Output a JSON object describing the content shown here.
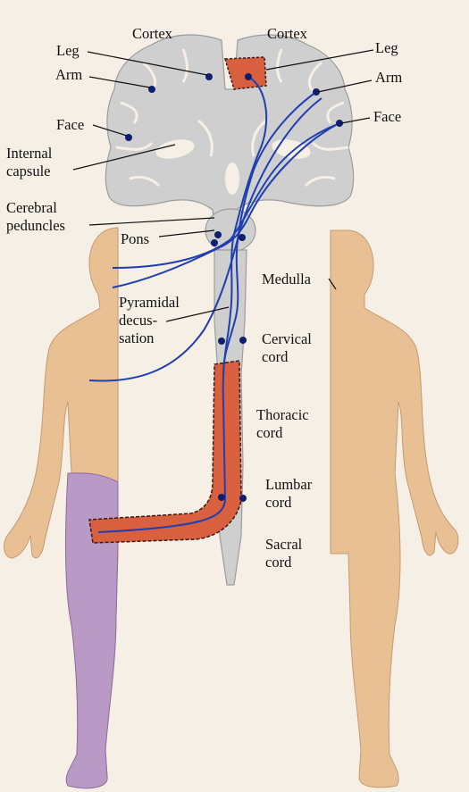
{
  "labels": {
    "cortex_left": "Cortex",
    "cortex_right": "Cortex",
    "leg_left": "Leg",
    "arm_left": "Arm",
    "face_left": "Face",
    "internal_capsule_1": "Internal",
    "internal_capsule_2": "capsule",
    "cerebral_peduncles_1": "Cerebral",
    "cerebral_peduncles_2": "peduncles",
    "pons": "Pons",
    "pyramidal_1": "Pyramidal",
    "pyramidal_2": "decus-",
    "pyramidal_3": "sation",
    "leg_right": "Leg",
    "arm_right": "Arm",
    "face_right": "Face",
    "medulla": "Medulla",
    "cervical_1": "Cervical",
    "cervical_2": "cord",
    "thoracic_1": "Thoracic",
    "thoracic_2": "cord",
    "lumbar_1": "Lumbar",
    "lumbar_2": "cord",
    "sacral_1": "Sacral",
    "sacral_2": "cord"
  },
  "colors": {
    "background": "#f6efe6",
    "brain_gray": "#cfcfcf",
    "skin": "#e9bf94",
    "lesion": "#d8603e",
    "affected_limb": "#b99ac6",
    "tract_blue": "#1f3fb0",
    "dot_navy": "#0d1f6e"
  }
}
